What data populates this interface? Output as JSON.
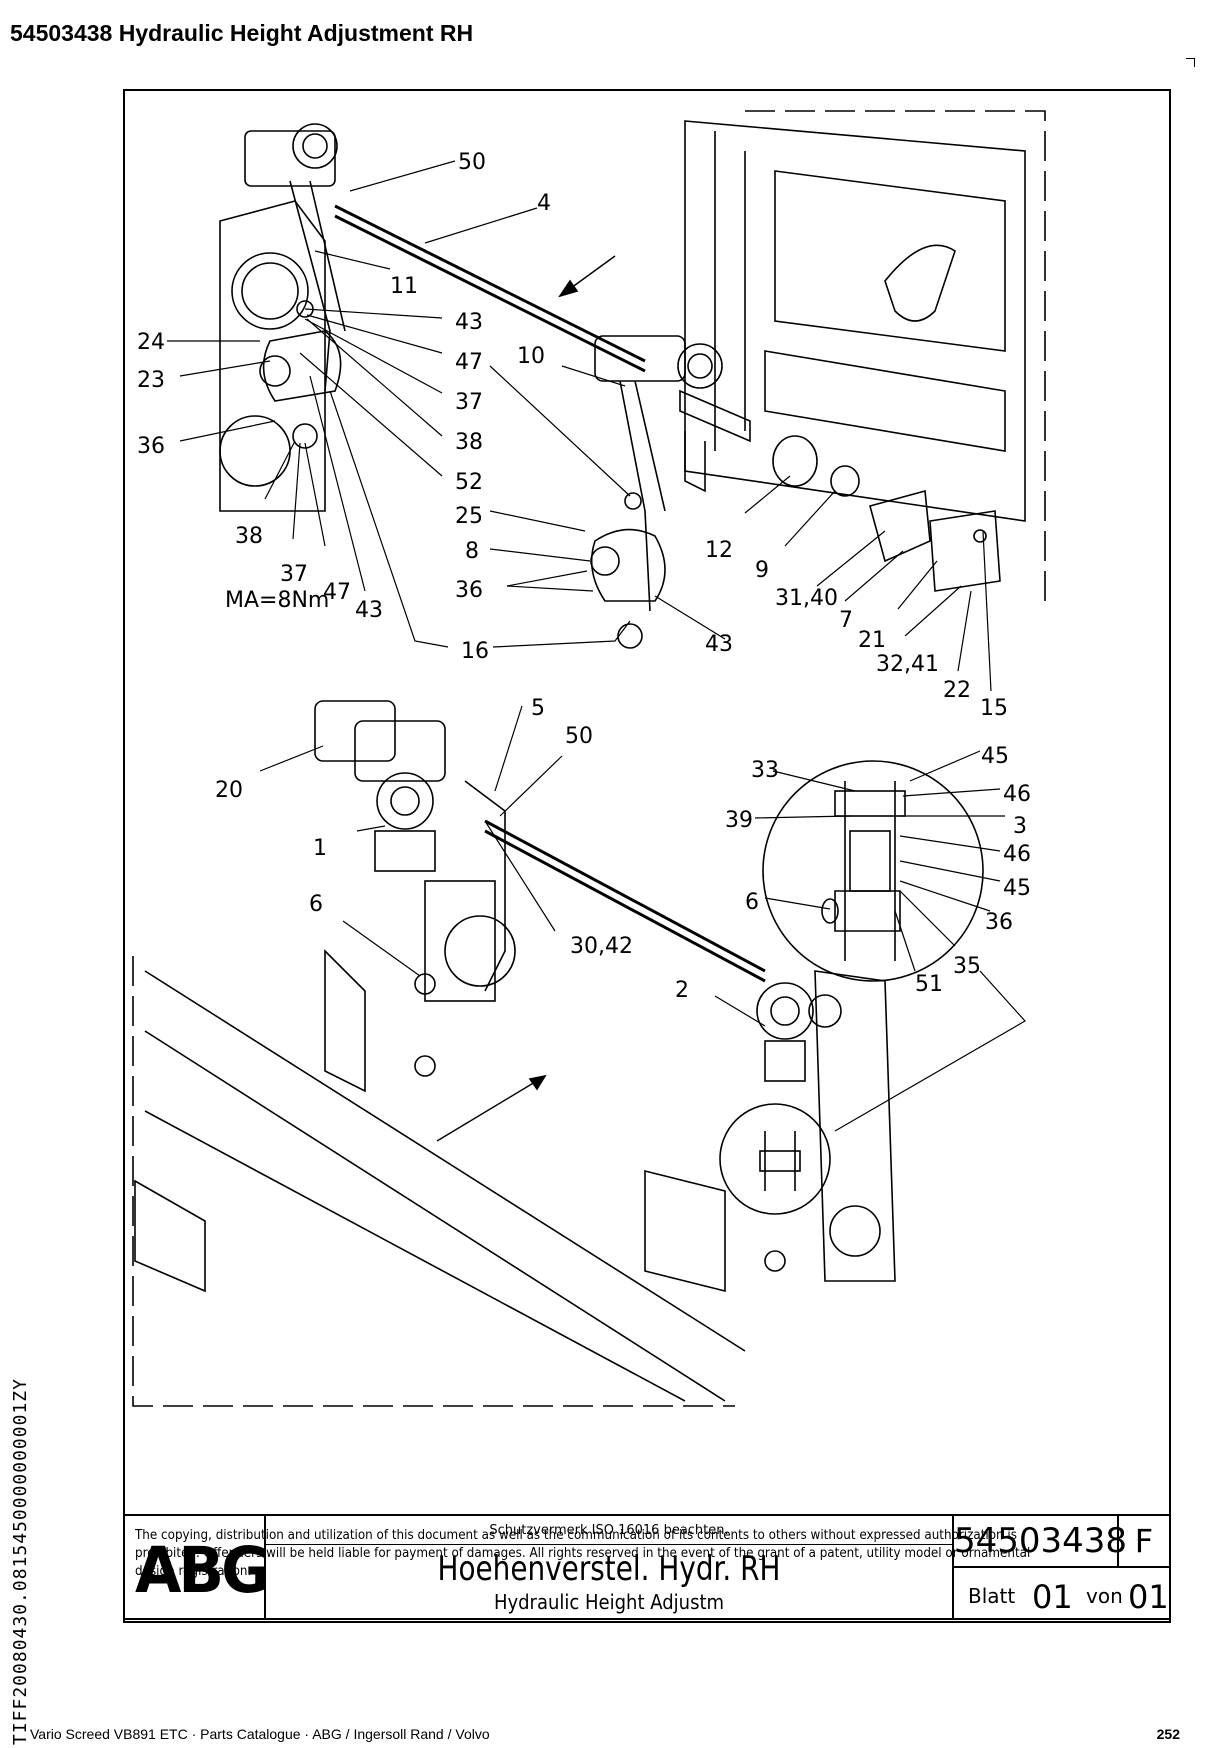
{
  "header": {
    "title": "54503438  Hydraulic Height Adjustment RH"
  },
  "drawing": {
    "callouts": [
      "50",
      "4",
      "11",
      "43",
      "47",
      "37",
      "38",
      "52",
      "25",
      "8",
      "36",
      "16",
      "24",
      "23",
      "36",
      "38",
      "37",
      "MA=8Nm",
      "47",
      "43",
      "10",
      "12",
      "9",
      "31,40",
      "7",
      "21",
      "32,41",
      "22",
      "15",
      "43",
      "5",
      "50",
      "20",
      "1",
      "6",
      "30,42",
      "2",
      "33",
      "39",
      "45",
      "46",
      "3",
      "46",
      "45",
      "6",
      "36",
      "35",
      "51"
    ]
  },
  "title_block": {
    "logo": "ABG",
    "notice": "Schutzvermerk ISO 16016 beachten.",
    "title_de": "Hoehenverstel. Hydr. RH",
    "title_en": "Hydraulic Height Adjustm",
    "doc_number": "54503438",
    "revision": "F",
    "sheet_label": "Blatt",
    "sheet_value": "01",
    "of_label": "von",
    "of_value": "01",
    "legal_text": "The copying, distribution and utilization of this document as well as the communication of its contents to others without expressed authorization is prohibited. Offenders will be held liable for payment of damages. All rights reserved in the event of the grant of a patent, utility model or ornamental design registration."
  },
  "side_code": "TIFF20080430.0815450000000001ZY",
  "footer": {
    "left": "Vario Screed VB891 ETC  ·  Parts Catalogue  ·  ABG / Ingersoll Rand / Volvo",
    "page": "252"
  }
}
